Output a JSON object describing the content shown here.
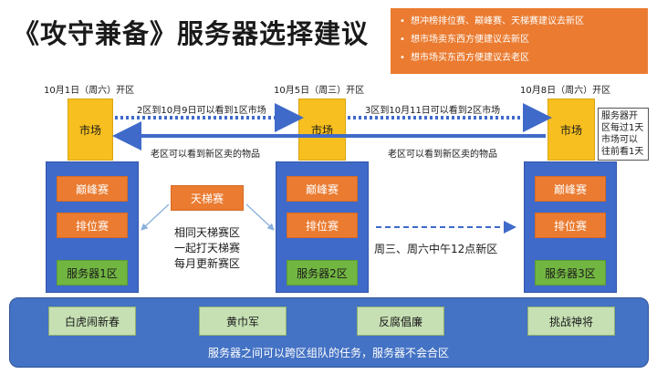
{
  "title": "《攻守兼备》服务器选择建议",
  "tips": [
    "想冲榜排位赛、巅峰赛、天梯赛建议去新区",
    "想市场卖东西方便建议去新区",
    "想市场买东西方便建议去老区"
  ],
  "dates": [
    "10月1日（周六）开区",
    "10月5日（周三）开区",
    "10月8日（周六）开区"
  ],
  "market_label": "市场",
  "arrow_notes": {
    "see_zone1": "2区到10月9日可以看到1区市场",
    "see_zone2": "3区到10月11日可以看到2区市场",
    "old_see_new_1": "老区可以看到新区卖的物品",
    "old_see_new_2": "老区可以看到新区卖的物品"
  },
  "side_note": "服务器开区每过1天市场可以往前看1天",
  "servers": [
    {
      "peak": "巅峰赛",
      "rank": "排位赛",
      "name": "服务器1区"
    },
    {
      "peak": "巅峰赛",
      "rank": "排位赛",
      "name": "服务器2区"
    },
    {
      "peak": "巅峰赛",
      "rank": "排位赛",
      "name": "服务器3区"
    }
  ],
  "ladder": {
    "label": "天梯赛",
    "note_lines": [
      "相同天梯赛区",
      "一起打天梯赛",
      "每月更新赛区"
    ]
  },
  "new_zone_note": "周三、周六中午12点新区",
  "factions": [
    "白虎闹新春",
    "黄巾军",
    "反腐倡廉",
    "挑战神将"
  ],
  "bottom_text": "服务器之间可以跨区组队的任务，服务器不会合区",
  "colors": {
    "orange": "#ea7b30",
    "blue": "#3f6ac9",
    "yellow": "#f7bf1f",
    "green": "#72b642",
    "light_green": "#c6e0b4"
  }
}
